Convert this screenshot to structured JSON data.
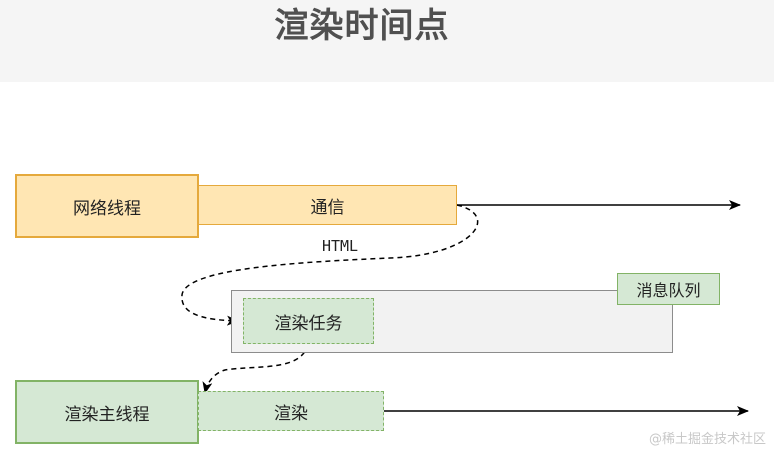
{
  "diagram": {
    "title": "渲染时间点",
    "network_thread": "网络线程",
    "communication": "通信",
    "html_label": "HTML",
    "message_queue": "消息队列",
    "render_task": "渲染任务",
    "render_main_thread": "渲染主线程",
    "render": "渲染"
  },
  "watermark": "@稀土掘金技术社区",
  "colors": {
    "network_fill": "#ffe6b3",
    "network_stroke": "#e5a93c",
    "render_fill": "#d5e8d4",
    "render_stroke": "#82b366",
    "queue_fill": "#f2f2f2",
    "queue_stroke": "#8c8c8c"
  }
}
